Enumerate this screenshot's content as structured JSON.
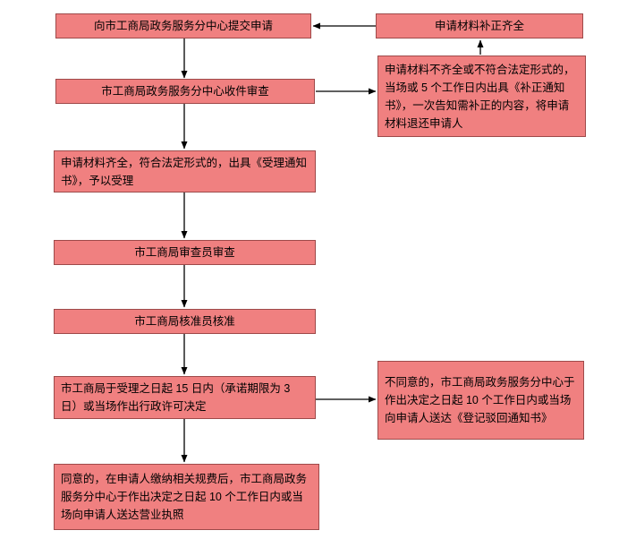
{
  "flowchart": {
    "colors": {
      "box_fill": "#f08080",
      "box_border": "#9e4a4a",
      "arrow": "#000000",
      "background": "#ffffff",
      "text": "#000000"
    },
    "nodes": {
      "submit": "向市工商局政务服务分中心提交申请",
      "supplement_complete": "申请材料补正齐全",
      "incomplete_notice": "申请材料不齐全或不符合法定形式的，当场或 5 个工作日内出具《补正通知书》，一次告知需补正的内容，将申请材料退还申请人",
      "receive_review": "市工商局政务服务分中心收件审查",
      "accept": "申请材料齐全，符合法定形式的，出具《受理通知书》，予以受理",
      "examiner_review": "市工商局审查员审查",
      "approver_approve": "市工商局核准员核准",
      "decision": "市工商局于受理之日起 15 日内（承诺期限为 3 日）或当场作出行政许可决定",
      "reject_notice": "不同意的，市工商局政务服务分中心于作出决定之日起 10 个工作日内或当场向申请人送达《登记驳回通知书》",
      "license": "同意的，在申请人缴纳相关规费后，市工商局政务服务分中心于作出决定之日起 10 个工作日内或当场向申请人送达营业执照"
    },
    "edges": [
      {
        "from": "submit",
        "to": "receive_review",
        "direction": "down"
      },
      {
        "from": "supplement_complete",
        "to": "submit",
        "direction": "left"
      },
      {
        "from": "incomplete_notice",
        "to": "supplement_complete",
        "direction": "up"
      },
      {
        "from": "receive_review",
        "to": "incomplete_notice",
        "direction": "right"
      },
      {
        "from": "receive_review",
        "to": "accept",
        "direction": "down"
      },
      {
        "from": "accept",
        "to": "examiner_review",
        "direction": "down"
      },
      {
        "from": "examiner_review",
        "to": "approver_approve",
        "direction": "down"
      },
      {
        "from": "approver_approve",
        "to": "decision",
        "direction": "down"
      },
      {
        "from": "decision",
        "to": "reject_notice",
        "direction": "right"
      },
      {
        "from": "decision",
        "to": "license",
        "direction": "down"
      }
    ]
  }
}
